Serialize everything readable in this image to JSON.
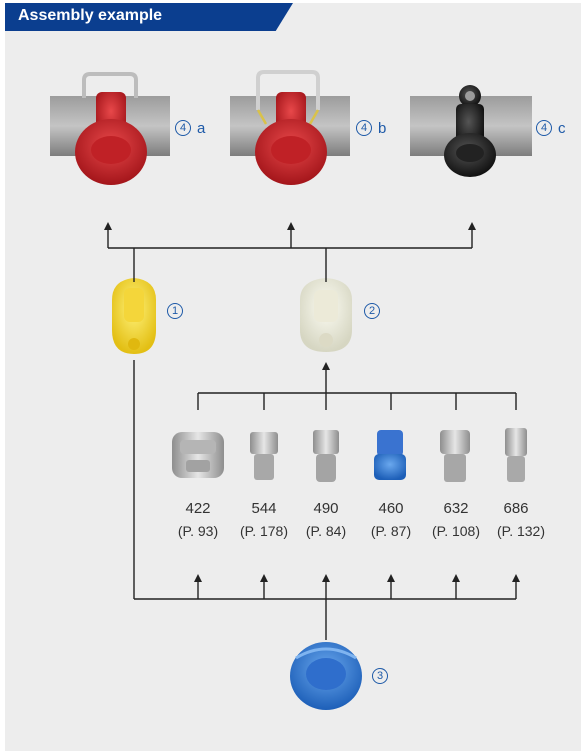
{
  "header": {
    "title": "Assembly example"
  },
  "colors": {
    "header_bg": "#0b3e8f",
    "callout": "#1e5aa8",
    "panel_bg": "#ededed"
  },
  "assemblies": [
    {
      "marker": "4",
      "suffix": "a"
    },
    {
      "marker": "4",
      "suffix": "b"
    },
    {
      "marker": "4",
      "suffix": "c"
    }
  ],
  "components": [
    {
      "marker": "1"
    },
    {
      "marker": "2"
    },
    {
      "marker": "3"
    }
  ],
  "nozzles": [
    {
      "number": "422",
      "page": "(P. 93)"
    },
    {
      "number": "544",
      "page": "(P. 178)"
    },
    {
      "number": "490",
      "page": "(P. 84)"
    },
    {
      "number": "460",
      "page": "(P. 87)"
    },
    {
      "number": "632",
      "page": "(P. 108)"
    },
    {
      "number": "686",
      "page": "(P. 132)"
    }
  ]
}
